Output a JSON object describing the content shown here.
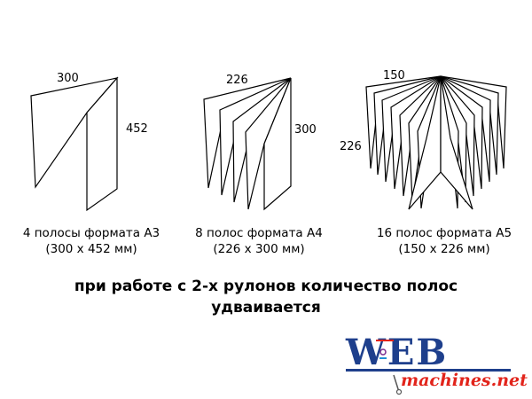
{
  "booklets": [
    {
      "width_label": "300",
      "height_label": "452",
      "caption_line1": "4 полосы формата А3",
      "caption_line2": "(300 х 452 мм)"
    },
    {
      "width_label": "226",
      "height_label": "300",
      "caption_line1": "8 полос формата А4",
      "caption_line2": "(226 х 300 мм)"
    },
    {
      "width_label": "150",
      "height_label": "226",
      "caption_line1": "16 полос формата А5",
      "caption_line2": "(150 х 226 мм)"
    }
  ],
  "note": {
    "line1": "при работе с 2-х рулонов количество полос",
    "line2": "удваивается"
  },
  "logo": {
    "main": "WEB",
    "sub": "machines.net",
    "main_color": "#1e3f8c",
    "sub_color": "#e2241b"
  }
}
